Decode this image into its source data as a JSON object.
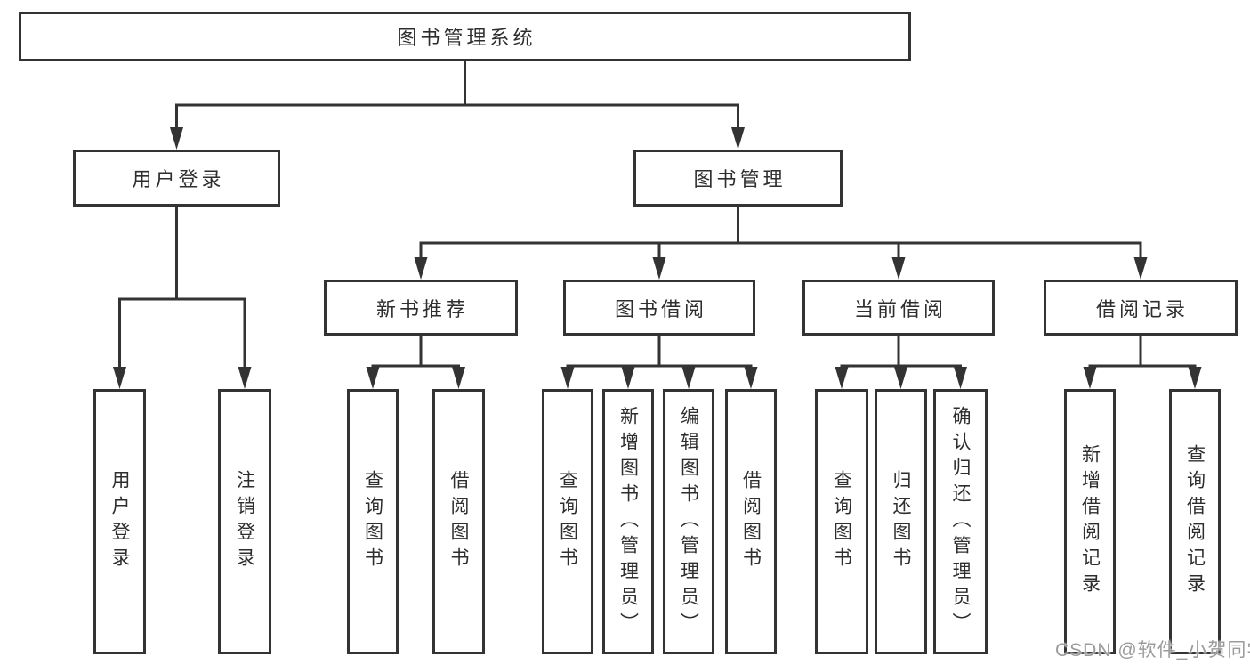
{
  "diagram_title": "图书管理系统",
  "nodes": {
    "root": {
      "label": "图书管理系统"
    }
  },
  "level2": [
    {
      "id": "user-login",
      "label": "用户登录"
    },
    {
      "id": "book-management",
      "label": "图书管理"
    }
  ],
  "level3": [
    {
      "id": "new-book-recommend",
      "label": "新书推荐"
    },
    {
      "id": "book-borrow",
      "label": "图书借阅"
    },
    {
      "id": "current-borrow",
      "label": "当前借阅"
    },
    {
      "id": "borrow-records",
      "label": "借阅记录"
    }
  ],
  "leaves": [
    {
      "id": "user-login",
      "parent": "用户登录",
      "label": "用户登录"
    },
    {
      "id": "logout",
      "parent": "用户登录",
      "label": "注销登录"
    },
    {
      "id": "query-books-1",
      "parent": "新书推荐",
      "label": "查询图书"
    },
    {
      "id": "borrow-books-1",
      "parent": "新书推荐",
      "label": "借阅图书"
    },
    {
      "id": "query-books-2",
      "parent": "图书借阅",
      "label": "查询图书"
    },
    {
      "id": "add-books-admin",
      "parent": "图书借阅",
      "label": "新增图书（管理员）"
    },
    {
      "id": "edit-books-admin",
      "parent": "图书借阅",
      "label": "编辑图书（管理员）"
    },
    {
      "id": "borrow-books-2",
      "parent": "图书借阅",
      "label": "借阅图书"
    },
    {
      "id": "query-books-3",
      "parent": "当前借阅",
      "label": "查询图书"
    },
    {
      "id": "return-books",
      "parent": "当前借阅",
      "label": "归还图书"
    },
    {
      "id": "confirm-return-admin",
      "parent": "当前借阅",
      "label": "确认归还（管理员）"
    },
    {
      "id": "add-borrow-record",
      "parent": "借阅记录",
      "label": "新增借阅记录"
    },
    {
      "id": "query-borrow-record",
      "parent": "借阅记录",
      "label": "查询借阅记录"
    }
  ],
  "hierarchy": {
    "图书管理系统": {
      "用户登录": [
        "用户登录",
        "注销登录"
      ],
      "图书管理": {
        "新书推荐": [
          "查询图书",
          "借阅图书"
        ],
        "图书借阅": [
          "查询图书",
          "新增图书（管理员）",
          "编辑图书（管理员）",
          "借阅图书"
        ],
        "当前借阅": [
          "查询图书",
          "归还图书",
          "确认归还（管理员）"
        ],
        "借阅记录": [
          "新增借阅记录",
          "查询借阅记录"
        ]
      }
    }
  },
  "watermark": "CSDN @软件_小贺同学",
  "colors": {
    "line": "#333333",
    "text": "#2e2e2e",
    "box_background": "#ffffff",
    "watermark": "#9b9b9b",
    "page_background": "#ffffff"
  }
}
